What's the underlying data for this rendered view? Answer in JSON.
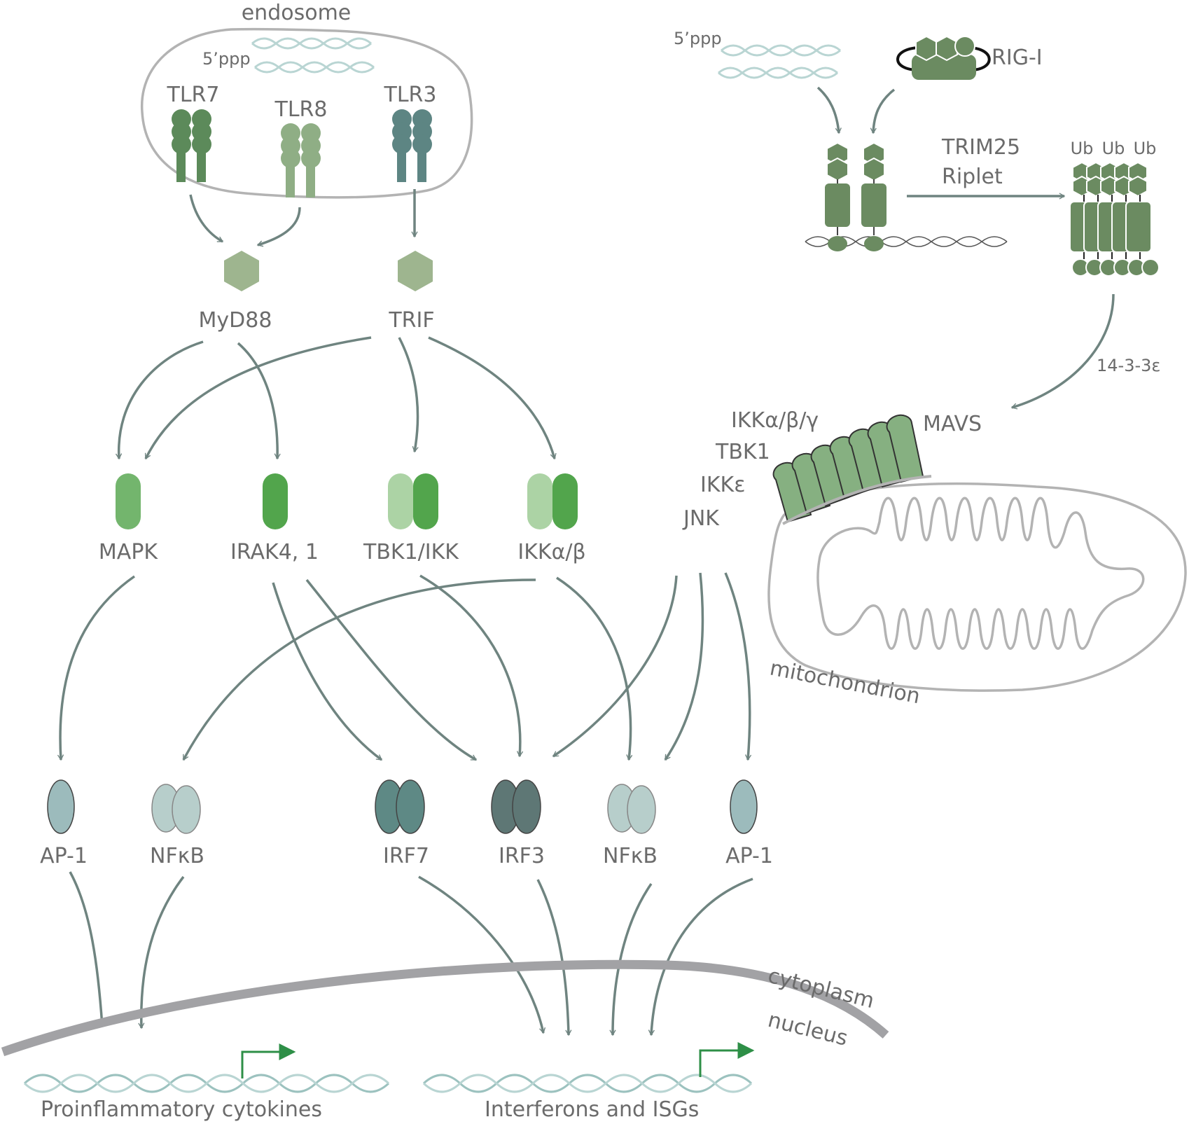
{
  "compartments": {
    "endosome": "endosome",
    "mitochondrion": "mitochondrion",
    "cytoplasm": "cytoplasm",
    "nucleus": "nucleus"
  },
  "rna": {
    "ppp_endosome": "5’ppp",
    "ppp_cytosol": "5’ppp"
  },
  "receptors": {
    "tlr7": "TLR7",
    "tlr8": "TLR8",
    "tlr3": "TLR3",
    "rigi": "RIG-I"
  },
  "ubiquitination": {
    "ligase1": "TRIM25",
    "ligase2": "Riplet",
    "ub": [
      "Ub",
      "Ub",
      "Ub"
    ],
    "chaperone": "14-3-3ε"
  },
  "adaptors": {
    "myd88": "MyD88",
    "trif": "TRIF",
    "mavs": "MAVS"
  },
  "mavs_kinases": [
    "IKKα/β/γ",
    "TBK1",
    "IKKε",
    "JNK"
  ],
  "kinases": {
    "mapk": "MAPK",
    "irak": "IRAK4, 1",
    "tbk1ikk": "TBK1/IKK",
    "ikkab": "IKKα/β"
  },
  "transcription_factors": {
    "ap1_left": "AP-1",
    "nfkb_left": "NFκB",
    "irf7": "IRF7",
    "irf3": "IRF3",
    "nfkb_right": "NFκB",
    "ap1_right": "AP-1"
  },
  "outputs": {
    "left": "Proinflammatory cytokines",
    "right": "Interferons and ISGs"
  },
  "colors": {
    "arrow": "#6f8480",
    "tlr7": "#5c8a5a",
    "tlr8": "#8fae85",
    "tlr3": "#5d8583",
    "rigi": "#6b8b61",
    "adaptor": "#9eb58f",
    "mavs": "#86b081",
    "mapk": "#73b56d",
    "kinase_dark": "#52a54c",
    "kinase_light": "#acd3a5",
    "ap1": "#9cbbbc",
    "nfkb": "#b7cecb",
    "irf7": "#5e8985",
    "irf3": "#5e7775",
    "membrane": "#a2a2a5",
    "tss_arrow": "#2e8f47"
  }
}
